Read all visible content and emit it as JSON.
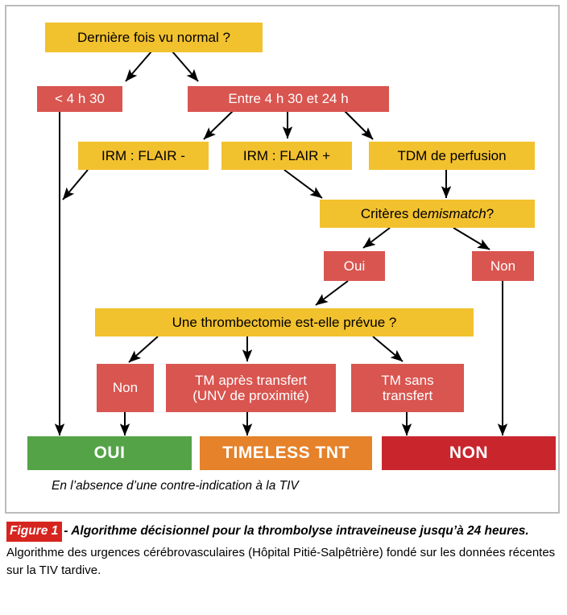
{
  "figure": {
    "frame_border_color": "#bcbcbc",
    "background": "#ffffff"
  },
  "palette": {
    "yellow": "#f2c12e",
    "red": "#d95550",
    "result_green": "#54a347",
    "result_orange": "#e5822a",
    "result_red": "#c9252d",
    "badge_red": "#d6251f",
    "arrow": "#000000"
  },
  "flow": {
    "nodes": [
      {
        "id": "n-derniere-fois",
        "label": "Dernière fois vu normal ?",
        "color": "yellow"
      },
      {
        "id": "n-moins-4h30",
        "label": "< 4 h 30",
        "color": "red"
      },
      {
        "id": "n-entre-4h30-24h",
        "label": "Entre 4 h 30 et 24 h",
        "color": "red"
      },
      {
        "id": "n-irm-flair-moins",
        "label": "IRM : FLAIR -",
        "color": "yellow"
      },
      {
        "id": "n-irm-flair-plus",
        "label": "IRM : FLAIR +",
        "color": "yellow"
      },
      {
        "id": "n-tdm-perfusion",
        "label": "TDM de perfusion",
        "color": "yellow"
      },
      {
        "id": "n-criteres-mismatch",
        "label_pre": "Critères de ",
        "label_em": "mismatch",
        "label_post": " ?",
        "color": "yellow"
      },
      {
        "id": "n-oui-mismatch",
        "label": "Oui",
        "color": "red"
      },
      {
        "id": "n-non-mismatch",
        "label": "Non",
        "color": "red"
      },
      {
        "id": "n-thrombectomie",
        "label": "Une thrombectomie est-elle prévue ?",
        "color": "yellow"
      },
      {
        "id": "n-non-thrombo",
        "label": "Non",
        "color": "red"
      },
      {
        "id": "n-tm-apres",
        "label": "TM après transfert\n(UNV de proximité)",
        "color": "red"
      },
      {
        "id": "n-tm-sans",
        "label": "TM sans\ntransfert",
        "color": "red"
      }
    ],
    "results": [
      {
        "id": "res-oui",
        "label": "OUI",
        "color": "#54a347"
      },
      {
        "id": "res-tnt",
        "label": "TIMELESS TNT",
        "color": "#e5822a"
      },
      {
        "id": "res-non",
        "label": "NON",
        "color": "#c9252d"
      }
    ],
    "footnote": "En l’absence d’une contre-indication à la TIV"
  },
  "caption": {
    "badge": "Figure 1",
    "dash": "-",
    "title": "Algorithme décisionnel pour la thrombolyse intraveineuse jusqu’à 24 heures.",
    "body": "Algorithme des urgences cérébrovasculaires (Hôpital Pitié-Salpêtrière) fondé sur les données récentes sur la TIV tardive."
  }
}
